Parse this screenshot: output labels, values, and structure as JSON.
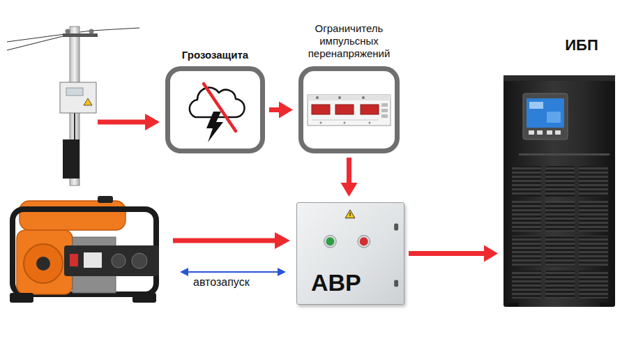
{
  "diagram": {
    "nodes": [
      {
        "text": [
          "Грозозащита"
        ]
      },
      {
        "text": [
          "Ограничитель импульсных перенапряжений"
        ]
      },
      {
        "text": [
          "АВР"
        ]
      },
      {
        "text": [
          "ИБП"
        ]
      }
    ],
    "edges": [
      {
        "from": 0,
        "to": 1,
        "arrow": "to"
      },
      {
        "from": 1,
        "to": 2,
        "arrow": "to"
      },
      {
        "from": 2,
        "to": 3,
        "arrow": "to"
      }
    ],
    "labels": [
      "автозапуск"
    ]
  }
}
